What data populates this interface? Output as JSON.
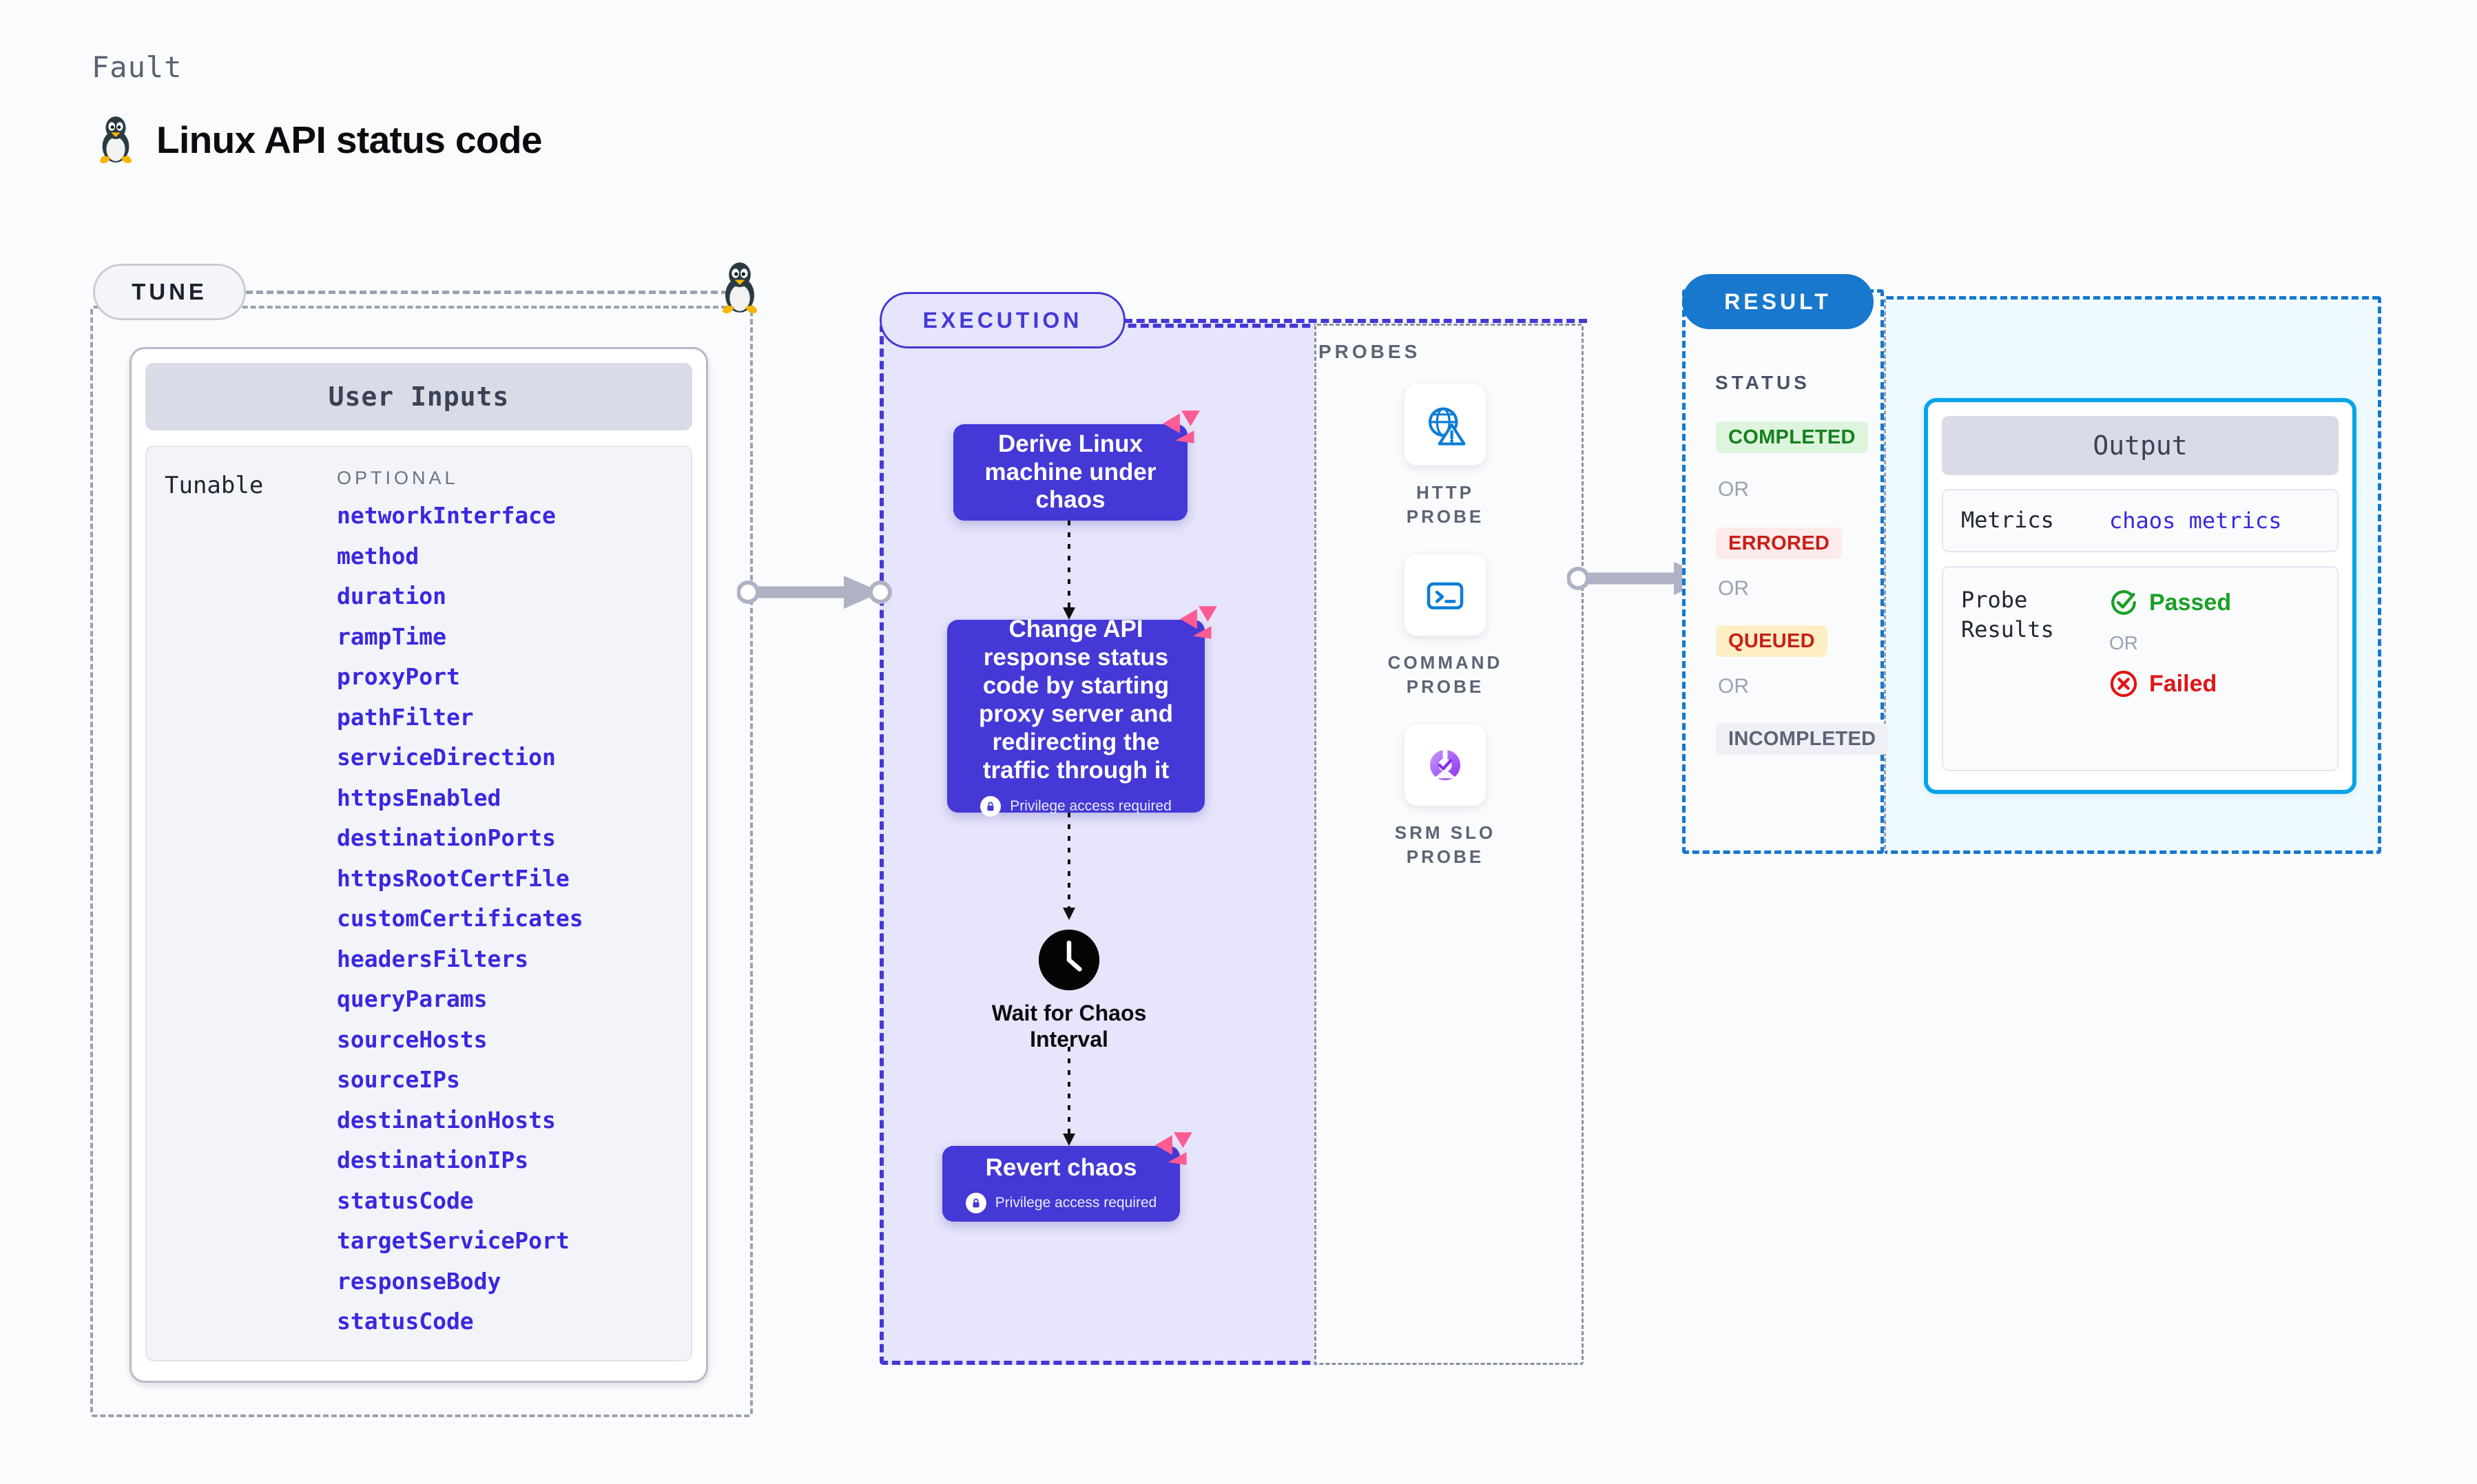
{
  "header": {
    "eyebrow": "Fault",
    "title": "Linux API status code",
    "platform_icon": "linux-tux-icon"
  },
  "tune": {
    "pill_label": "TUNE",
    "card_title": "User Inputs",
    "group_label": "Tunable",
    "optional_label": "OPTIONAL",
    "params": [
      "networkInterface",
      "method",
      "duration",
      "rampTime",
      "proxyPort",
      "pathFilter",
      "serviceDirection",
      "httpsEnabled",
      "destinationPorts",
      "httpsRootCertFile",
      "customCertificates",
      "headersFilters",
      "queryParams",
      "sourceHosts",
      "sourceIPs",
      "destinationHosts",
      "destinationIPs",
      "statusCode",
      "targetServicePort",
      "responseBody",
      "statusCode"
    ]
  },
  "execution": {
    "pill_label": "EXECUTION",
    "nodes": [
      {
        "text": "Derive Linux machine under chaos",
        "privilege": null
      },
      {
        "text": "Change API response status code by starting proxy server and redirecting the traffic through it",
        "privilege": "Privilege access required"
      },
      {
        "text": "Revert chaos",
        "privilege": "Privilege access required"
      }
    ],
    "wait_step": {
      "icon": "clock-icon",
      "label": "Wait for Chaos Interval"
    }
  },
  "probes": {
    "title": "PROBES",
    "items": [
      {
        "label": "HTTP PROBE",
        "icon": "globe-warning-icon"
      },
      {
        "label": "COMMAND PROBE",
        "icon": "terminal-icon"
      },
      {
        "label": "SRM SLO PROBE",
        "icon": "slo-donut-check-icon"
      }
    ]
  },
  "result": {
    "pill_label": "RESULT",
    "status_title": "STATUS",
    "or_label": "OR",
    "statuses": [
      {
        "label": "COMPLETED",
        "fg": "#157f1f",
        "bg": "#ddf4dd"
      },
      {
        "label": "ERRORED",
        "fg": "#c81f16",
        "bg": "#fdeaea"
      },
      {
        "label": "QUEUED",
        "fg": "#c81f16",
        "bg": "#fdeec4"
      },
      {
        "label": "INCOMPLETED",
        "fg": "#5c6375",
        "bg": "#eef0f5"
      }
    ]
  },
  "output": {
    "card_title": "Output",
    "metrics_key": "Metrics",
    "metrics_value": "chaos metrics",
    "probe_key": "Probe Results",
    "or_label": "OR",
    "passed_label": "Passed",
    "failed_label": "Failed",
    "passed_color": "#18a024",
    "failed_color": "#e01515"
  },
  "colors": {
    "accent_purple": "#4438d6",
    "accent_blue": "#1778cd",
    "accent_cyan": "#04a5e8",
    "chaos_pink": "#fc5c93",
    "page_bg": "#fafbfd"
  }
}
